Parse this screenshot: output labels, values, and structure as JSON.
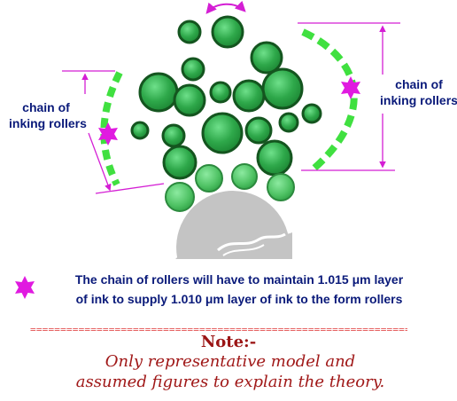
{
  "labels": {
    "left": [
      "chain of",
      "inking rollers"
    ],
    "right": [
      "chain of",
      "inking rollers"
    ]
  },
  "caption": [
    "The chain of rollers will have to maintain 1.015 μm layer",
    "of ink to supply 1.010 μm layer of ink to the form rollers"
  ],
  "separator": "==================================================================",
  "note": {
    "title": "Note:-",
    "lines": [
      "Only representative model and",
      "assumed figures to explain the theory."
    ]
  },
  "colors": {
    "roller_fill": "#2ea84a",
    "roller_highlight": "#5fd476",
    "roller_outline": "#14551f",
    "form_roller_fill": "#4fc264",
    "chain_dash": "#40e040",
    "dimension_line": "#d41ed4",
    "star": "#e01ae0",
    "plate_cylinder": "#c4c4c4",
    "text_blue": "#0a1a7a",
    "note_red": "#a01818"
  },
  "icons": {
    "rotation": "curved-double-arrow-icon",
    "star": "magenta-star-icon"
  }
}
